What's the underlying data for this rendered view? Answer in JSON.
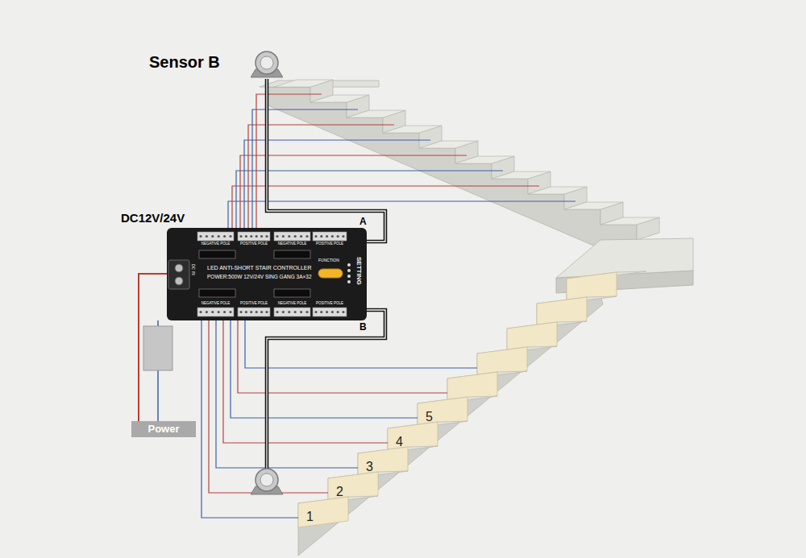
{
  "diagram": {
    "nodes": [
      {
        "text": [
          "Sensor B"
        ]
      },
      {
        "text": [
          "LED ANTI-SHORT STAIR CONTROLLER",
          "POWER:500W 12V/24V SING GANG 3A×32",
          "FUNCTION",
          "SETTING"
        ]
      },
      {
        "text": [
          "Power"
        ]
      }
    ],
    "edges": [
      {
        "from": 0,
        "to": 1,
        "arrow": "none"
      },
      {
        "from": 2,
        "to": 1,
        "arrow": "none"
      }
    ],
    "labels": [
      "DC12V/24V",
      "A",
      "B",
      "DC IN",
      "NEGATIVE POLE",
      "POSITIVE POLE",
      "NEGATIVE POLE",
      "POSITIVE POLE",
      "NEGATIVE POLE",
      "POSITIVE POLE",
      "NEGATIVE POLE",
      "POSITIVE POLE",
      "1",
      "2",
      "3",
      "4",
      "5"
    ]
  }
}
